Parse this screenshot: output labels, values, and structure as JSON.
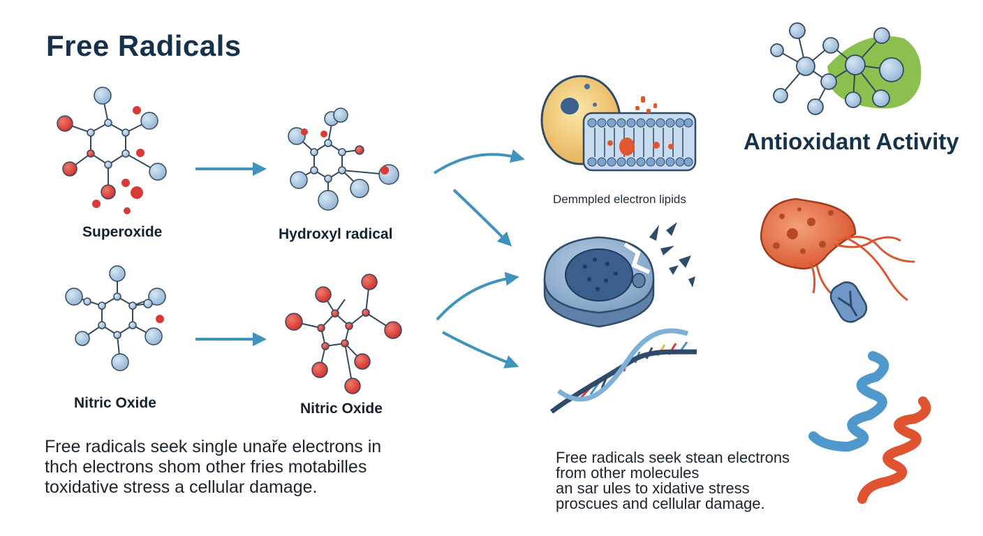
{
  "title": "Free Radicals",
  "antioxidant_title": "Antioxidant Activity",
  "molecules": [
    {
      "label": "Superoxide"
    },
    {
      "label": "Hydroxyl radical"
    },
    {
      "label": "Nitric Oxide"
    },
    {
      "label": "Nitric Oxide"
    }
  ],
  "membrane_caption": "Demmpled electron lipids",
  "left_paragraph": [
    "Free radicals  seek single unaře electrons in",
    "thch electrons shom other fries motabilles",
    "toxidative stress a cellular damage."
  ],
  "right_paragraph": [
    "Free radicals seek stean electrons",
    "from other molecules",
    "an sar ules to xidative stress",
    "proscues and cellular damage."
  ],
  "colors": {
    "title": "#16324a",
    "arrow": "#3f93bd",
    "atom_blue": "#a9c6e2",
    "atom_red": "#d93a36",
    "bond": "#34495e",
    "antioxidant_green": "#8cc04e"
  }
}
